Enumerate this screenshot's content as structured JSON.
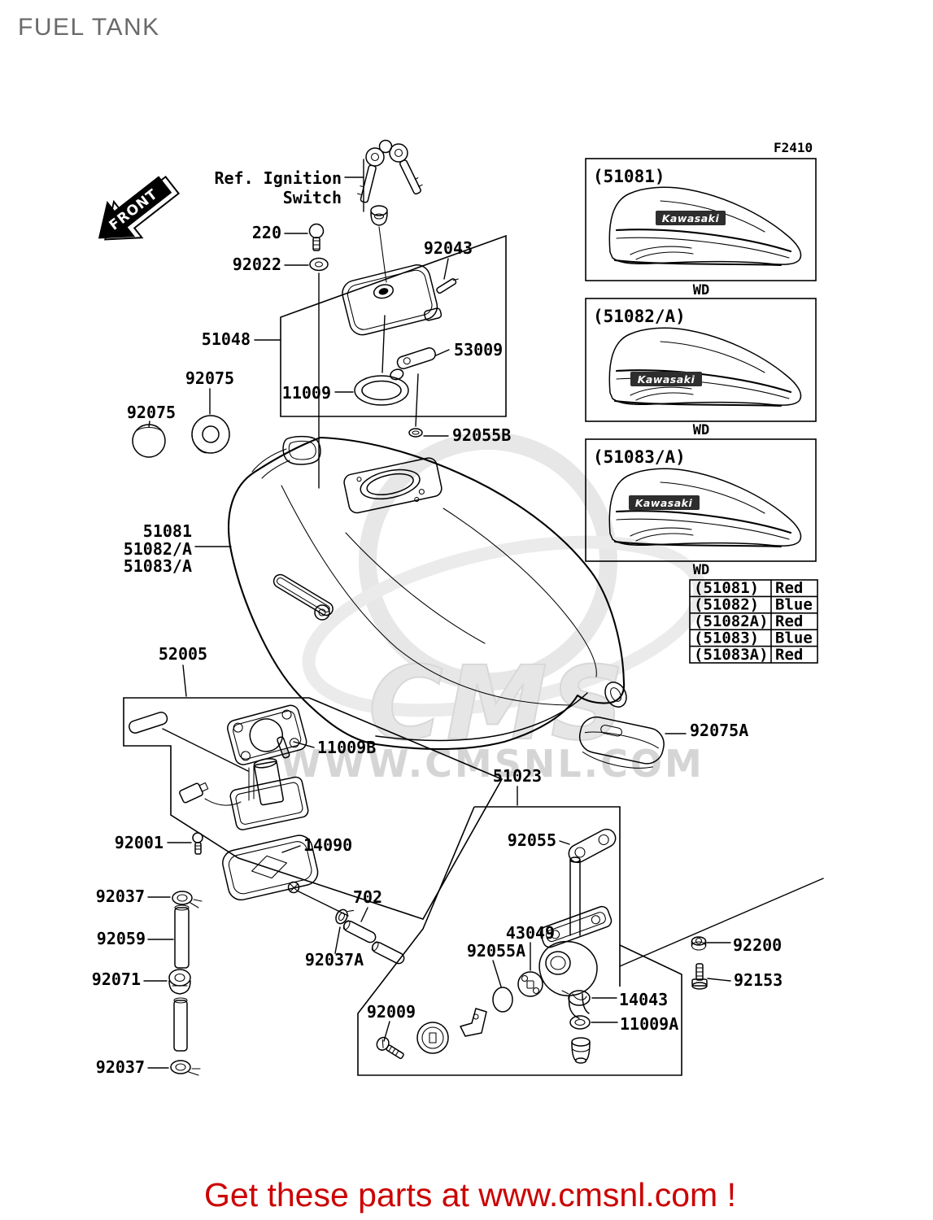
{
  "page": {
    "title": "FUEL TANK",
    "figure_code": "F2410",
    "front_label": "FRONT",
    "footer": "Get these parts at www.cmsnl.com !",
    "watermark_logo": "CMS",
    "watermark_url": "WWW.CMSNL.COM"
  },
  "ref_label": {
    "line1": "Ref. Ignition",
    "line2": "Switch"
  },
  "parts": {
    "p220": "220",
    "p92022": "92022",
    "p92043": "92043",
    "p51048": "51048",
    "p53009": "53009",
    "p92075_roller": "92075",
    "p92075_cap": "92075",
    "p11009": "11009",
    "p92055B": "92055B",
    "tank_line1": "51081",
    "tank_line2": "51082/A",
    "tank_line3": "51083/A",
    "p52005": "52005",
    "p11009B": "11009B",
    "p92001": "92001",
    "p14090": "14090",
    "p92037_top": "92037",
    "p702": "702",
    "p92059": "92059",
    "p92071": "92071",
    "p92037_bottom": "92037",
    "p92037A": "92037A",
    "p92009": "92009",
    "p51023": "51023",
    "p92055": "92055",
    "p43049": "43049",
    "p92055A": "92055A",
    "p92075A": "92075A",
    "p92200": "92200",
    "p92153": "92153",
    "p14043": "14043",
    "p11009A": "11009A"
  },
  "variant_boxes": [
    {
      "label": "(51081)",
      "badge": "Kawasaki",
      "wd": "WD"
    },
    {
      "label": "(51082/A)",
      "badge": "Kawasaki",
      "wd": "WD"
    },
    {
      "label": "(51083/A)",
      "badge": "Kawasaki",
      "wd": "WD"
    }
  ],
  "color_table": {
    "rows": [
      {
        "part": "(51081)",
        "color": "Red"
      },
      {
        "part": "(51082)",
        "color": "Blue"
      },
      {
        "part": "(51082A)",
        "color": "Red"
      },
      {
        "part": "(51083)",
        "color": "Blue"
      },
      {
        "part": "(51083A)",
        "color": "Red"
      }
    ]
  },
  "colors": {
    "line": "#000000",
    "title_gray": "#6a6a6a",
    "footer_red": "#cc0000",
    "watermark_gray": "#d5d5d5"
  }
}
